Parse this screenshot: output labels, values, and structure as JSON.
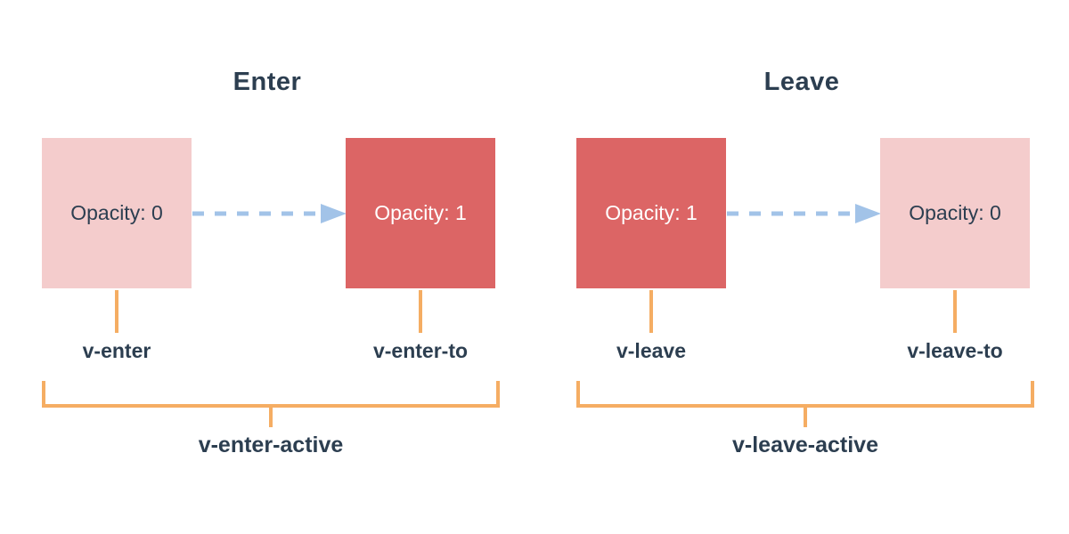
{
  "colors": {
    "navy": "#2c3e50",
    "pink": "#f4cccc",
    "red": "#dc6565",
    "blue": "#a2c3e8",
    "orange": "#f5ad63"
  },
  "sections": [
    {
      "id": "enter",
      "title": "Enter",
      "from_box": {
        "label": "Opacity: 0",
        "style": "faded"
      },
      "to_box": {
        "label": "Opacity: 1",
        "style": "solid"
      },
      "from_label": "v-enter",
      "to_label": "v-enter-to",
      "active_label": "v-enter-active"
    },
    {
      "id": "leave",
      "title": "Leave",
      "from_box": {
        "label": "Opacity: 1",
        "style": "solid"
      },
      "to_box": {
        "label": "Opacity: 0",
        "style": "faded"
      },
      "from_label": "v-leave",
      "to_label": "v-leave-to",
      "active_label": "v-leave-active"
    }
  ]
}
